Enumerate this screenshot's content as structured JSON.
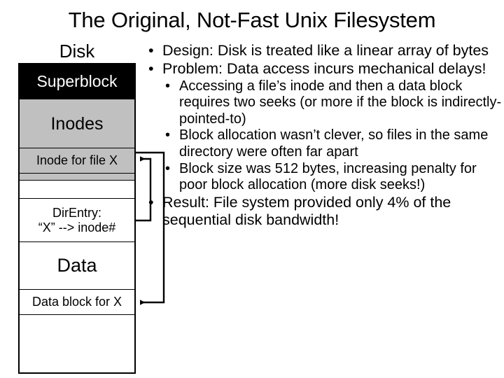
{
  "slide": {
    "title": "The Original, Not-Fast Unix Filesystem"
  },
  "diagram": {
    "label": "Disk",
    "bands": [
      {
        "id": "superblock",
        "text": "Superblock"
      },
      {
        "id": "inodes",
        "text": "Inodes"
      },
      {
        "id": "inode-for-x",
        "text": "Inode for file X"
      },
      {
        "id": "gray-strip",
        "text": ""
      },
      {
        "id": "blank-upper",
        "text": ""
      },
      {
        "id": "direntry-l1",
        "text": "DirEntry:"
      },
      {
        "id": "direntry-l2",
        "text": "“X” --> inode#"
      },
      {
        "id": "data",
        "text": "Data"
      },
      {
        "id": "datablock-x",
        "text": "Data block for X"
      },
      {
        "id": "blank-lower",
        "text": ""
      }
    ],
    "colors": {
      "superblock_bg": "#000000",
      "superblock_fg": "#ffffff",
      "inodes_bg": "#c0c0c0",
      "inode_x_bg": "#c0c0c0",
      "outline": "#000000",
      "page_bg": "#ffffff"
    },
    "connectors": [
      {
        "id": "direntry-to-inode",
        "from": "direntry",
        "to": "inode-for-x",
        "arrow": "left"
      },
      {
        "id": "inode-to-datablock",
        "from": "inode-for-x",
        "to": "datablock-x",
        "arrow": "left"
      }
    ]
  },
  "body": {
    "bullet_marker": "•",
    "items": [
      {
        "level": 1,
        "text": "Design: Disk is treated like a linear array of bytes"
      },
      {
        "level": 1,
        "text": "Problem: Data access incurs mechanical delays!"
      },
      {
        "level": 2,
        "text": "Accessing a file’s inode and then a data block requires two seeks (or more if the block is indirectly-pointed-to)"
      },
      {
        "level": 2,
        "text": "Block allocation wasn’t clever, so files in the same directory were often far apart"
      },
      {
        "level": 2,
        "text": "Block size was 512 bytes, increasing penalty for poor block allocation (more disk seeks!)"
      },
      {
        "level": 1,
        "text": "Result: File system provided only 4% of the sequential disk bandwidth!"
      }
    ]
  }
}
